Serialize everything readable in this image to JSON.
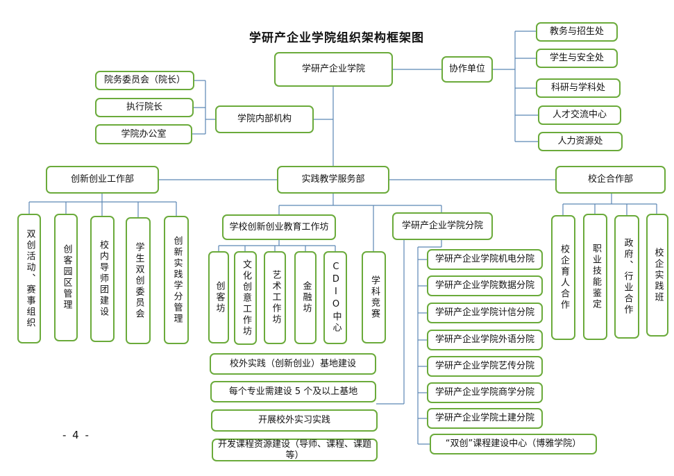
{
  "title": "学研产企业学院组织架构框架图",
  "page_number": "- 4 -",
  "nodes": {
    "root": "学研产企业学院",
    "partner": "协作单位",
    "partner_items": [
      "教务与招生处",
      "学生与安全处",
      "科研与学科处",
      "人才交流中心",
      "人力资源处"
    ],
    "internal": "学院内部机构",
    "internal_items": [
      "院务委员会（院长）",
      "执行院长",
      "学院办公室"
    ],
    "innovation": "创新创业工作部",
    "innovation_items": [
      "双创活动、赛事组织",
      "创客园区管理",
      "校内导师团建设",
      "学生双创委员会",
      "创新实践学分管理"
    ],
    "practice": "实践教学服务部",
    "workshop": "学校创新创业教育工作坊",
    "workshop_items": [
      "创客坊",
      "文化创意工作坊",
      "艺术工作坊",
      "金融坊",
      "CDIO中心"
    ],
    "discipline": "学科竞赛",
    "branch": "学研产企业学院分院",
    "branch_items": [
      "学研产企业学院机电分院",
      "学研产企业学院数据分院",
      "学研产企业学院计信分院",
      "学研产企业学院外语分院",
      "学研产企业学院艺传分院",
      "学研产企业学院商学分院",
      "学研产企业学院土建分院",
      "“双创”课程建设中心（博雅学院）"
    ],
    "external": [
      "校外实践（创新创业）基地建设",
      "每个专业需建设 5 个及以上基地",
      "开展校外实习实践",
      "开发课程资源建设（导师、课程、课题等）"
    ],
    "cooperation": "校企合作部",
    "cooperation_items": [
      "校企育人合作",
      "职业技能鉴定",
      "政府、行业合作",
      "校企实践班"
    ]
  }
}
